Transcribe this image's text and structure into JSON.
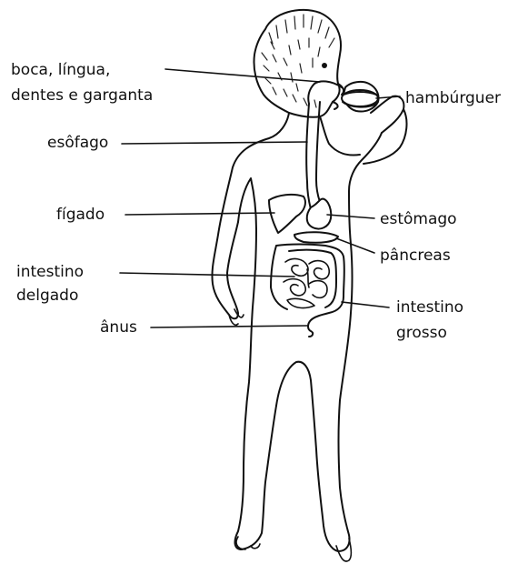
{
  "labels": {
    "mouth_line1": "boca, língua,",
    "mouth_line2": "dentes e garganta",
    "burger": "hambúrguer",
    "esophagus": "esôfago",
    "liver": "fígado",
    "stomach": "estômago",
    "pancreas": "pâncreas",
    "small_intestine_line1": "intestino",
    "small_intestine_line2": "delgado",
    "anus": "ânus",
    "large_intestine_line1": "intestino",
    "large_intestine_line2": "grosso"
  }
}
